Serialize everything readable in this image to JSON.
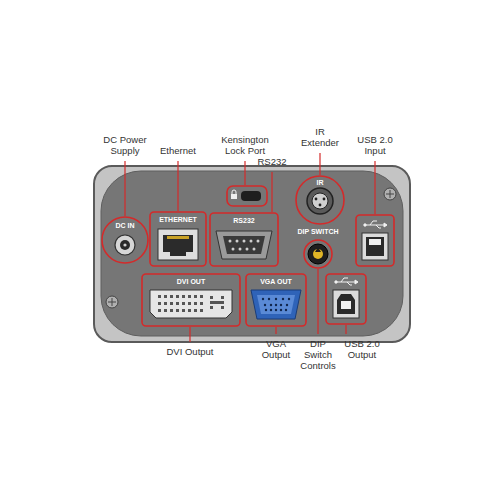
{
  "diagram": {
    "labels": [
      "DC Power Supply",
      "Ethernet",
      "Kensington Lock Port",
      "RS232",
      "IR Extender",
      "USB 2.0 Input",
      "DC IN",
      "ETHERNET",
      "RS232",
      "IR",
      "DIP SWITCH",
      "DVI OUT",
      "VGA OUT",
      "DVI Output",
      "VGA Output",
      "DIP Switch Controls",
      "USB 2.0 Output"
    ]
  }
}
